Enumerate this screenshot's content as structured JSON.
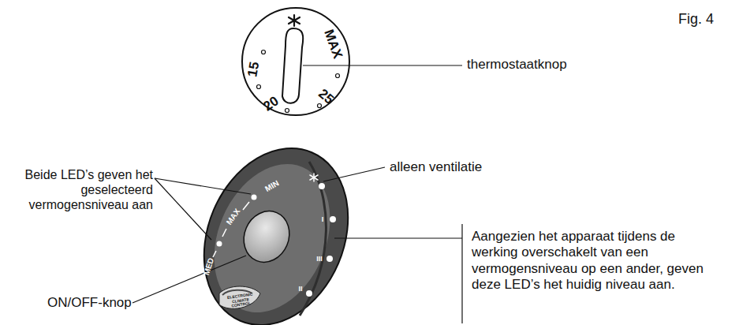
{
  "diagram": {
    "labels": [
      "Fig. 4",
      "thermostaatknop",
      "15",
      "20",
      "25",
      "MAX",
      "alleen ventilatie",
      "Beide LED’s geven het geselecteerd vermogensniveau aan",
      "MED",
      "MAX",
      "MIN",
      "ELECTRONIC CLIMATE CONTROL",
      "ON/OFF-knop",
      "Aangezien het apparaat tijdens de werking overschakelt van een vermogensniveau op een ander, geven deze LED’s het huidig niveau aan.",
      "I",
      "III",
      "II"
    ]
  }
}
